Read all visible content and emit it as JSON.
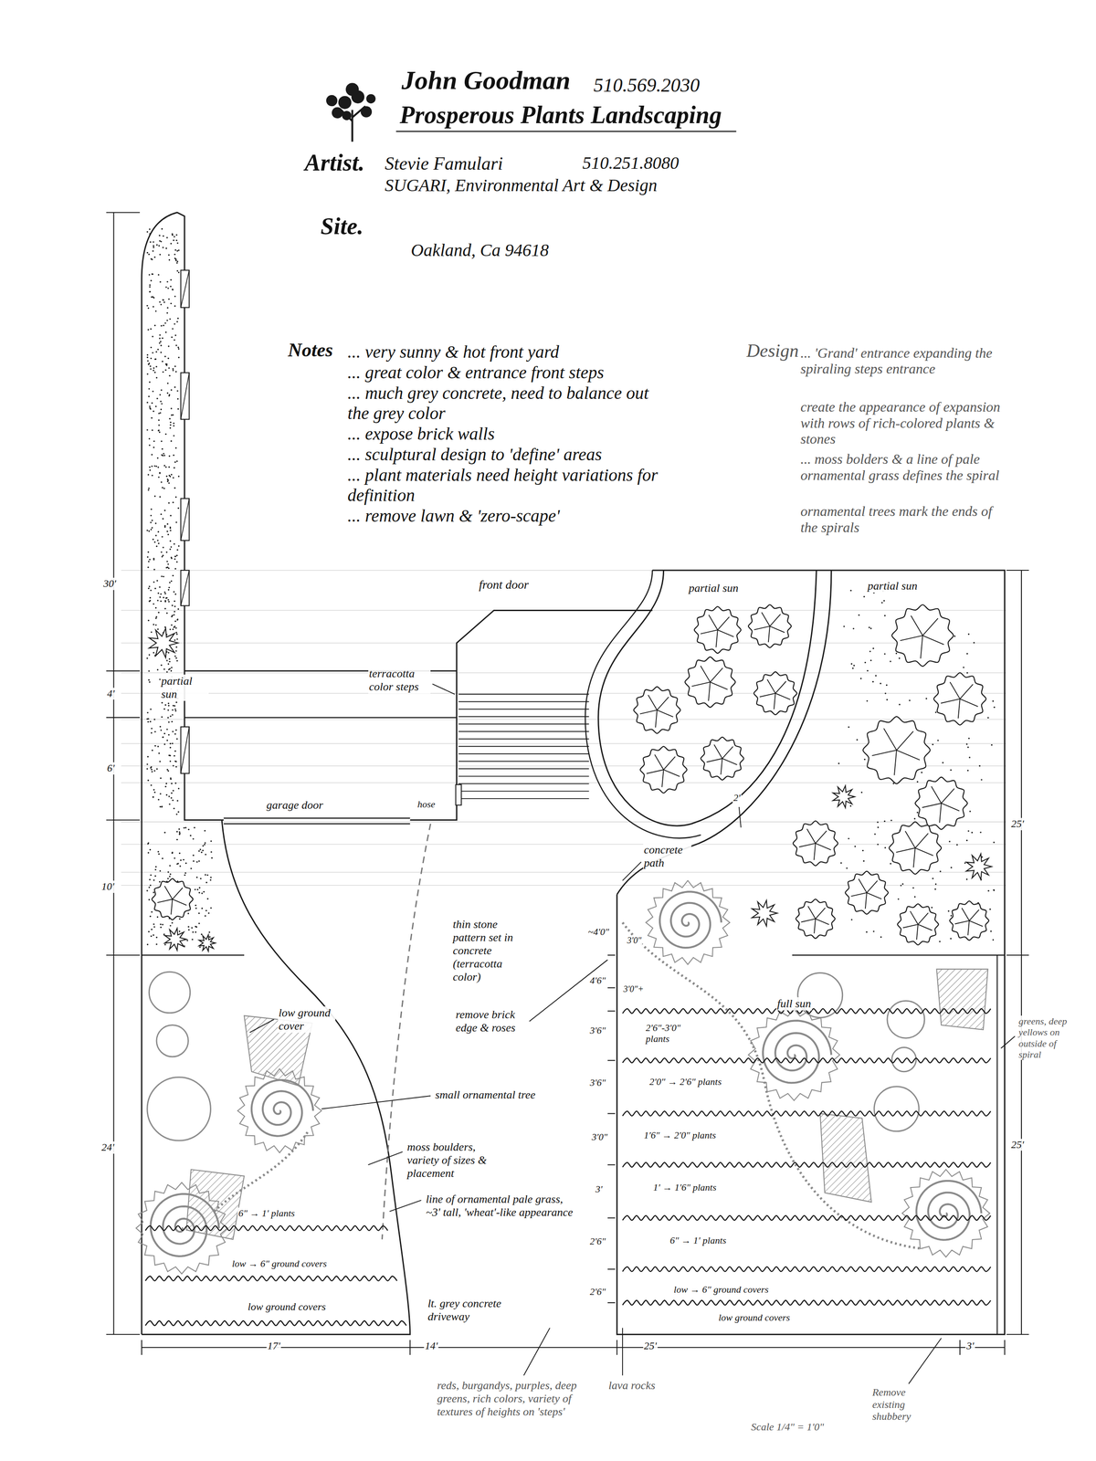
{
  "diagram": {
    "title": "John Goodman",
    "labels": [
      "510.569.2030",
      "Prosperous Plants Landscaping",
      "Artist.",
      "Stevie Famulari",
      "510.251.8080",
      "SUGARI, Environmental Art & Design",
      "Site.",
      "Oakland, Ca 94618",
      "Notes",
      "... very sunny & hot front yard",
      "... great color & entrance front steps",
      "... much grey concrete, need to balance out the grey color",
      "... expose brick walls",
      "... sculptural design to 'define' areas",
      "... plant materials need height variations for definition",
      "... remove lawn & 'zero-scape'",
      "Design",
      "... 'Grand' entrance expanding the spiraling steps entrance",
      "create the appearance of expansion with rows of rich-colored plants & stones",
      "... moss bolders & a line of pale ornamental grass defines the spiral",
      "ornamental trees mark the ends of the spirals",
      "front door",
      "terracotta color steps",
      "partial sun",
      "partial sun",
      "partial sun",
      "garage door",
      "hose",
      "2'",
      "concrete path",
      "thin stone pattern set in concrete (terracotta color)",
      "remove brick edge & roses",
      "low ground cover",
      "full sun",
      "small ornamental tree",
      "moss boulders, variety of sizes & placement",
      "line of ornamental pale grass, ~3' tall, 'wheat'-like appearance",
      "6\" → 1' plants",
      "low → 6\" ground covers",
      "low ground covers",
      "lt. grey concrete driveway",
      "~4'0\"",
      "3'0\"",
      "4'6\"",
      "3'0\"+",
      "3'6\"",
      "3'6\"",
      "3'0\"",
      "3'",
      "2'6\"",
      "2'6\"",
      "2'6\"-3'0\" plants",
      "2'0\" → 2'6\" plants",
      "1'6\" → 2'0\" plants",
      "1' → 1'6\" plants",
      "6\" → 1' plants",
      "low → 6\" ground covers",
      "low ground covers",
      "greens, deep yellows on outside of spiral",
      "30'",
      "4'",
      "6'",
      "10'",
      "24'",
      "25'",
      "25'",
      "17'",
      "14'",
      "25'",
      "3'",
      "reds, burgandys, purples, deep greens, rich colors, variety of textures of heights on 'steps'",
      "lava rocks",
      "Scale 1/4\" = 1'0\"",
      "Remove existing shubbery"
    ]
  }
}
